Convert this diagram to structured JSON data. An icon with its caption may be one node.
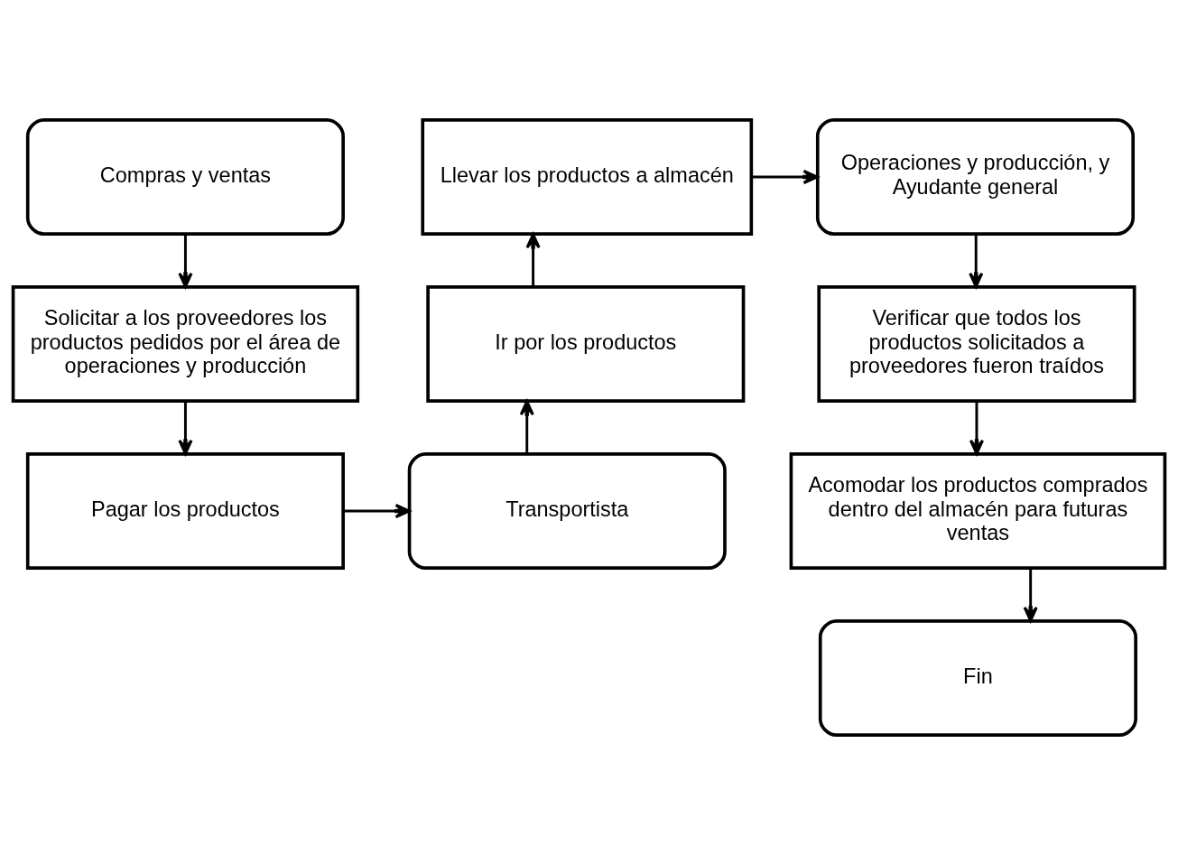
{
  "diagram": {
    "nodes": [
      {
        "text": [
          "Compras y ventas"
        ]
      },
      {
        "text": [
          "Solicitar a los proveedores los productos pedidos por el área de operaciones y producción"
        ]
      },
      {
        "text": [
          "Pagar los productos"
        ]
      },
      {
        "text": [
          "Transportista"
        ]
      },
      {
        "text": [
          "Ir por los productos"
        ]
      },
      {
        "text": [
          "Llevar los productos a almacén"
        ]
      },
      {
        "text": [
          "Operaciones y producción, y Ayudante general"
        ]
      },
      {
        "text": [
          "Verificar que todos los productos solicitados a proveedores fueron traídos"
        ]
      },
      {
        "text": [
          "Acomodar los productos comprados dentro del almacén para futuras ventas"
        ]
      },
      {
        "text": [
          "Fin"
        ]
      }
    ],
    "edges": [
      {
        "from": 0,
        "to": 1,
        "arrow": "to"
      },
      {
        "from": 1,
        "to": 2,
        "arrow": "to"
      },
      {
        "from": 2,
        "to": 3,
        "arrow": "to"
      },
      {
        "from": 3,
        "to": 4,
        "arrow": "to"
      },
      {
        "from": 4,
        "to": 5,
        "arrow": "to"
      },
      {
        "from": 5,
        "to": 6,
        "arrow": "to"
      },
      {
        "from": 6,
        "to": 7,
        "arrow": "to"
      },
      {
        "from": 7,
        "to": 8,
        "arrow": "to"
      },
      {
        "from": 8,
        "to": 9,
        "arrow": "to"
      }
    ]
  }
}
